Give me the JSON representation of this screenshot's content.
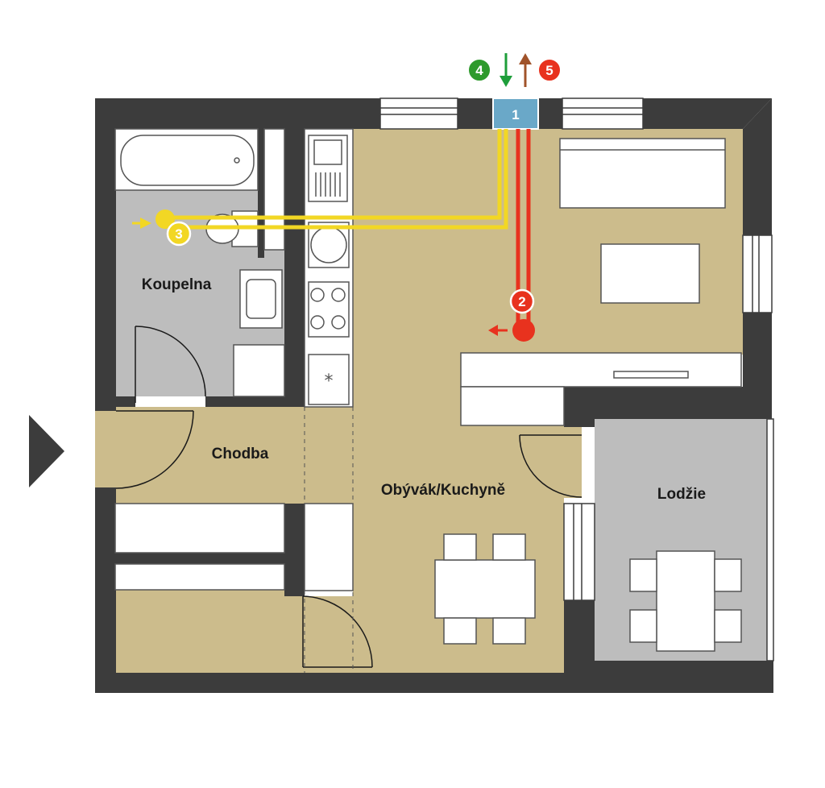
{
  "rooms": {
    "bathroom": "Koupelna",
    "hallway": "Chodba",
    "living_kitchen": "Obývák/Kuchyně",
    "loggia": "Lodžie"
  },
  "markers": {
    "unit": "1",
    "outlet": "2",
    "bathroom_extract": "3",
    "fresh_air": "4",
    "exhaust_air": "5"
  },
  "colors": {
    "wall": "#3c3c3c",
    "floor_wood": "#ccbc8c",
    "floor_tile": "#bdbdbd",
    "supply_line": "#f2d724",
    "extract_line": "#e8321e",
    "fresh_air_marker": "#2e9a2c",
    "exhaust_marker": "#e8321e",
    "unit_box": "#6aa8c8",
    "fresh_air_arrow": "#1e9e3a",
    "exhaust_arrow": "#a0532a"
  }
}
